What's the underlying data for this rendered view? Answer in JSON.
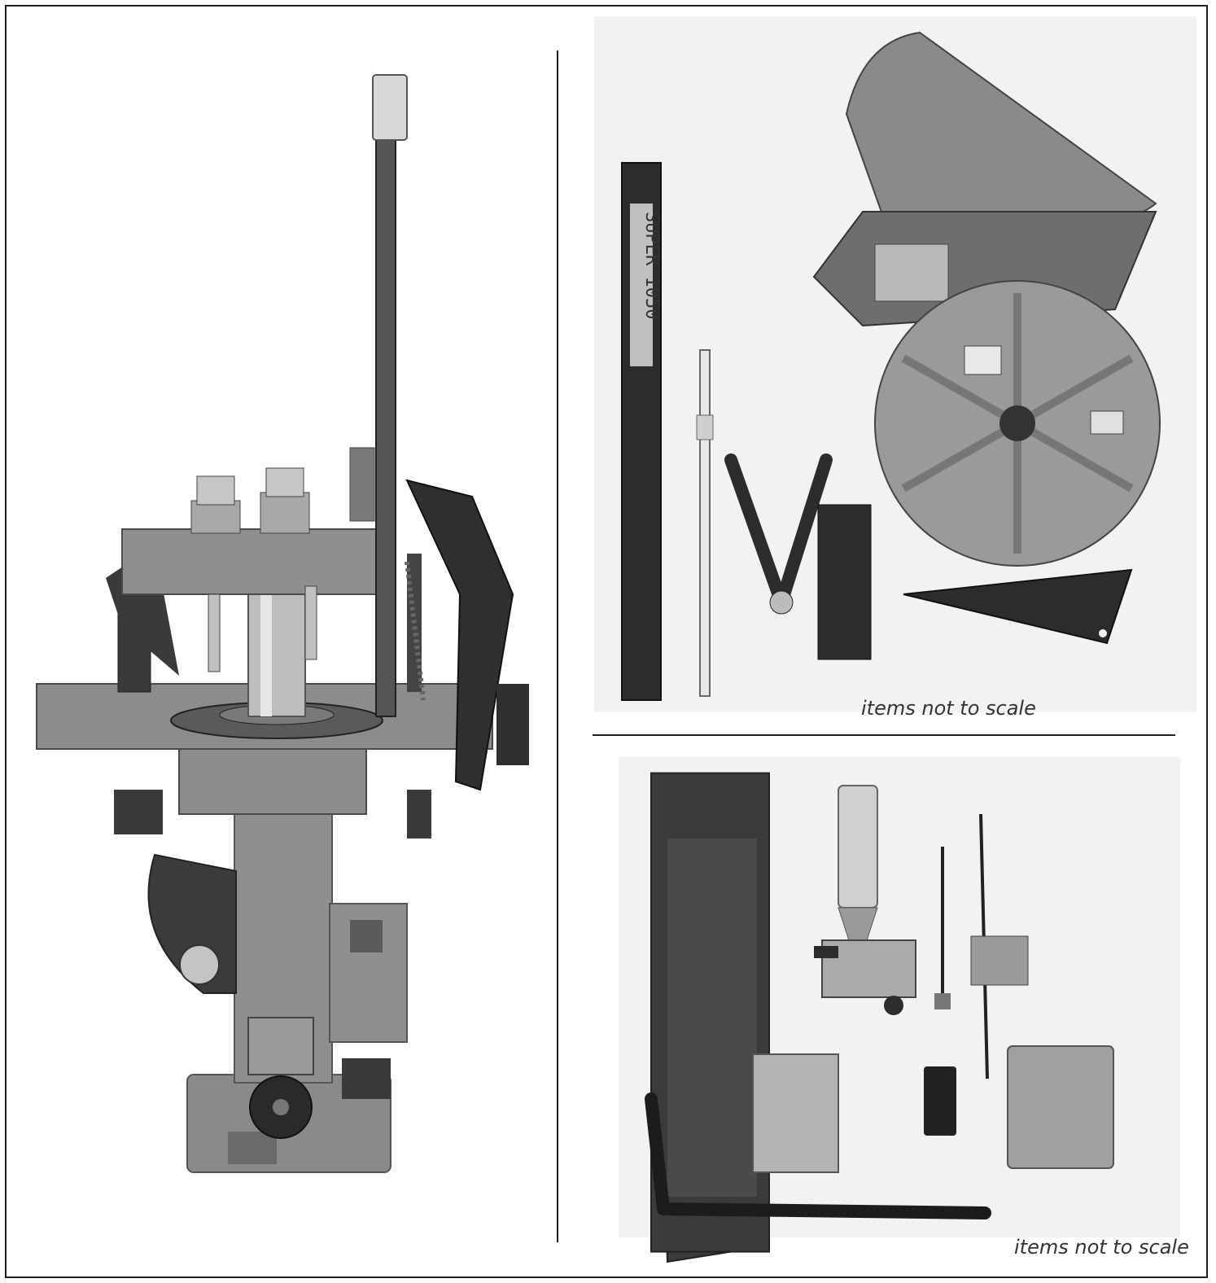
{
  "panels": {
    "top_right": {
      "caption": "items not to scale",
      "tool_head_label": "SUPER 1050"
    },
    "bottom_right": {
      "caption": "items not to scale"
    }
  },
  "colors": {
    "metal_gray": "#8e8e8e",
    "dark_steel": "#333333",
    "light_gray": "#b8b8b8",
    "black": "#1c1c1c"
  }
}
